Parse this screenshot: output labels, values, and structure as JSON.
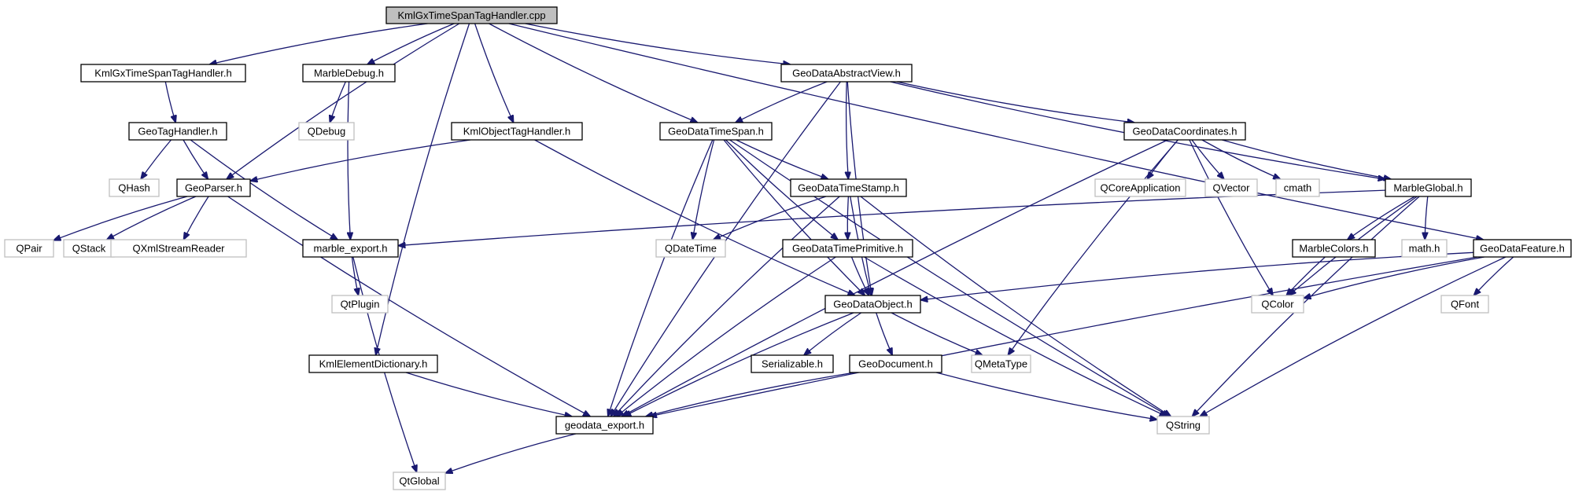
{
  "nodes": [
    {
      "id": "root",
      "label": "KmlGxTimeSpanTagHandler.cpp",
      "kind": "root"
    },
    {
      "id": "kgxh",
      "label": "KmlGxTimeSpanTagHandler.h",
      "kind": "local"
    },
    {
      "id": "mdbg",
      "label": "MarbleDebug.h",
      "kind": "local"
    },
    {
      "id": "gdav",
      "label": "GeoDataAbstractView.h",
      "kind": "local"
    },
    {
      "id": "gth",
      "label": "GeoTagHandler.h",
      "kind": "local"
    },
    {
      "id": "qdebug",
      "label": "QDebug",
      "kind": "ext"
    },
    {
      "id": "kotc",
      "label": "KmlObjectTagHandler.h",
      "kind": "local"
    },
    {
      "id": "gdts",
      "label": "GeoDataTimeSpan.h",
      "kind": "local"
    },
    {
      "id": "gdco",
      "label": "GeoDataCoordinates.h",
      "kind": "local"
    },
    {
      "id": "qhash",
      "label": "QHash",
      "kind": "ext"
    },
    {
      "id": "gpar",
      "label": "GeoParser.h",
      "kind": "local"
    },
    {
      "id": "gdtst",
      "label": "GeoDataTimeStamp.h",
      "kind": "local"
    },
    {
      "id": "qcoreapp",
      "label": "QCoreApplication",
      "kind": "ext"
    },
    {
      "id": "qvector",
      "label": "QVector",
      "kind": "ext"
    },
    {
      "id": "cmath",
      "label": "cmath",
      "kind": "ext"
    },
    {
      "id": "mglob",
      "label": "MarbleGlobal.h",
      "kind": "local"
    },
    {
      "id": "qpair",
      "label": "QPair",
      "kind": "ext"
    },
    {
      "id": "qstack",
      "label": "QStack",
      "kind": "ext"
    },
    {
      "id": "qxml",
      "label": "QXmlStreamReader",
      "kind": "ext"
    },
    {
      "id": "mexp",
      "label": "marble_export.h",
      "kind": "local"
    },
    {
      "id": "qdatetime",
      "label": "QDateTime",
      "kind": "ext"
    },
    {
      "id": "gdtp",
      "label": "GeoDataTimePrimitive.h",
      "kind": "local"
    },
    {
      "id": "mcol",
      "label": "MarbleColors.h",
      "kind": "local"
    },
    {
      "id": "mathh",
      "label": "math.h",
      "kind": "ext"
    },
    {
      "id": "gdfe",
      "label": "GeoDataFeature.h",
      "kind": "local"
    },
    {
      "id": "qtplugin",
      "label": "QtPlugin",
      "kind": "ext"
    },
    {
      "id": "gdob",
      "label": "GeoDataObject.h",
      "kind": "local"
    },
    {
      "id": "qcolor",
      "label": "QColor",
      "kind": "ext"
    },
    {
      "id": "qfont",
      "label": "QFont",
      "kind": "ext"
    },
    {
      "id": "ked",
      "label": "KmlElementDictionary.h",
      "kind": "local"
    },
    {
      "id": "ser",
      "label": "Serializable.h",
      "kind": "local"
    },
    {
      "id": "gdoc",
      "label": "GeoDocument.h",
      "kind": "local"
    },
    {
      "id": "qmeta",
      "label": "QMetaType",
      "kind": "ext"
    },
    {
      "id": "gexp",
      "label": "geodata_export.h",
      "kind": "local"
    },
    {
      "id": "qstring",
      "label": "QString",
      "kind": "ext"
    },
    {
      "id": "qtglobal",
      "label": "QtGlobal",
      "kind": "ext"
    }
  ],
  "edges": [
    [
      "root",
      "kgxh"
    ],
    [
      "root",
      "mdbg"
    ],
    [
      "root",
      "gpar"
    ],
    [
      "root",
      "ked"
    ],
    [
      "root",
      "kotc"
    ],
    [
      "root",
      "gdts"
    ],
    [
      "root",
      "gdav"
    ],
    [
      "root",
      "gdfe"
    ],
    [
      "kgxh",
      "gth"
    ],
    [
      "mdbg",
      "qdebug"
    ],
    [
      "mdbg",
      "mexp"
    ],
    [
      "gth",
      "qhash"
    ],
    [
      "gth",
      "gpar"
    ],
    [
      "gth",
      "mexp"
    ],
    [
      "kotc",
      "gpar"
    ],
    [
      "kotc",
      "gdob"
    ],
    [
      "gpar",
      "qpair"
    ],
    [
      "gpar",
      "qstack"
    ],
    [
      "gpar",
      "qxml"
    ],
    [
      "gpar",
      "gexp"
    ],
    [
      "gdav",
      "gdts"
    ],
    [
      "gdav",
      "gdtst"
    ],
    [
      "gdav",
      "gdco"
    ],
    [
      "gdav",
      "mglob"
    ],
    [
      "gdav",
      "gdob"
    ],
    [
      "gdav",
      "gexp"
    ],
    [
      "gdts",
      "gdtst"
    ],
    [
      "gdts",
      "qdatetime"
    ],
    [
      "gdts",
      "gdtp"
    ],
    [
      "gdts",
      "gdob"
    ],
    [
      "gdts",
      "gexp"
    ],
    [
      "gdts",
      "qstring"
    ],
    [
      "gdco",
      "qcoreapp"
    ],
    [
      "gdco",
      "qvector"
    ],
    [
      "gdco",
      "cmath"
    ],
    [
      "gdco",
      "mglob"
    ],
    [
      "gdco",
      "qmeta"
    ],
    [
      "gdco",
      "gexp"
    ],
    [
      "gdco",
      "qcolor"
    ],
    [
      "gdtst",
      "qdatetime"
    ],
    [
      "gdtst",
      "gdtp"
    ],
    [
      "gdtst",
      "gdob"
    ],
    [
      "gdtst",
      "gexp"
    ],
    [
      "gdtst",
      "qstring"
    ],
    [
      "gdtp",
      "gdob"
    ],
    [
      "gdtp",
      "gexp"
    ],
    [
      "gdtp",
      "qstring"
    ],
    [
      "mglob",
      "mexp"
    ],
    [
      "mglob",
      "mcol"
    ],
    [
      "mglob",
      "mathh"
    ],
    [
      "mglob",
      "qstring"
    ],
    [
      "mglob",
      "qcolor"
    ],
    [
      "mexp",
      "qtplugin"
    ],
    [
      "mexp",
      "qtglobal"
    ],
    [
      "mcol",
      "qcolor"
    ],
    [
      "gdfe",
      "gdob"
    ],
    [
      "gdfe",
      "qcolor"
    ],
    [
      "gdfe",
      "qfont"
    ],
    [
      "gdfe",
      "qstring"
    ],
    [
      "gdfe",
      "gexp"
    ],
    [
      "gdob",
      "ser"
    ],
    [
      "gdob",
      "gdoc"
    ],
    [
      "gdob",
      "qmeta"
    ],
    [
      "gdob",
      "gexp"
    ],
    [
      "gdoc",
      "gexp"
    ],
    [
      "gdoc",
      "qstring"
    ],
    [
      "ked",
      "gexp"
    ],
    [
      "gexp",
      "qtglobal"
    ]
  ]
}
